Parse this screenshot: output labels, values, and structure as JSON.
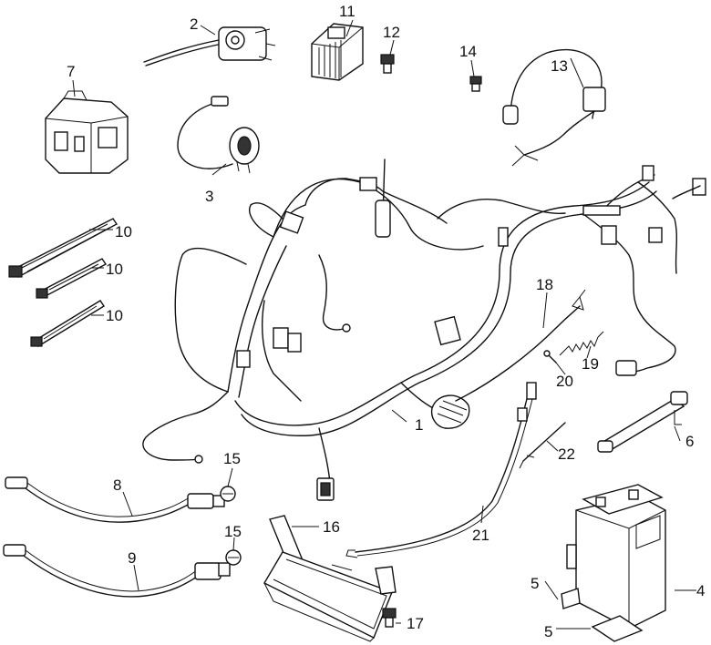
{
  "callouts": [
    {
      "id": "c1",
      "text": "1"
    },
    {
      "id": "c2",
      "text": "2"
    },
    {
      "id": "c3",
      "text": "3"
    },
    {
      "id": "c4",
      "text": "4"
    },
    {
      "id": "c5a",
      "text": "5"
    },
    {
      "id": "c5b",
      "text": "5"
    },
    {
      "id": "c6",
      "text": "6"
    },
    {
      "id": "c7",
      "text": "7"
    },
    {
      "id": "c8",
      "text": "8"
    },
    {
      "id": "c9",
      "text": "9"
    },
    {
      "id": "c10a",
      "text": "10"
    },
    {
      "id": "c10b",
      "text": "10"
    },
    {
      "id": "c10c",
      "text": "10"
    },
    {
      "id": "c11",
      "text": "11"
    },
    {
      "id": "c12",
      "text": "12"
    },
    {
      "id": "c13",
      "text": "13"
    },
    {
      "id": "c14",
      "text": "14"
    },
    {
      "id": "c15a",
      "text": "15"
    },
    {
      "id": "c15b",
      "text": "15"
    },
    {
      "id": "c16",
      "text": "16"
    },
    {
      "id": "c17",
      "text": "17"
    },
    {
      "id": "c18",
      "text": "18"
    },
    {
      "id": "c19",
      "text": "19"
    },
    {
      "id": "c20",
      "text": "20"
    },
    {
      "id": "c21",
      "text": "21"
    },
    {
      "id": "c22",
      "text": "22"
    }
  ]
}
